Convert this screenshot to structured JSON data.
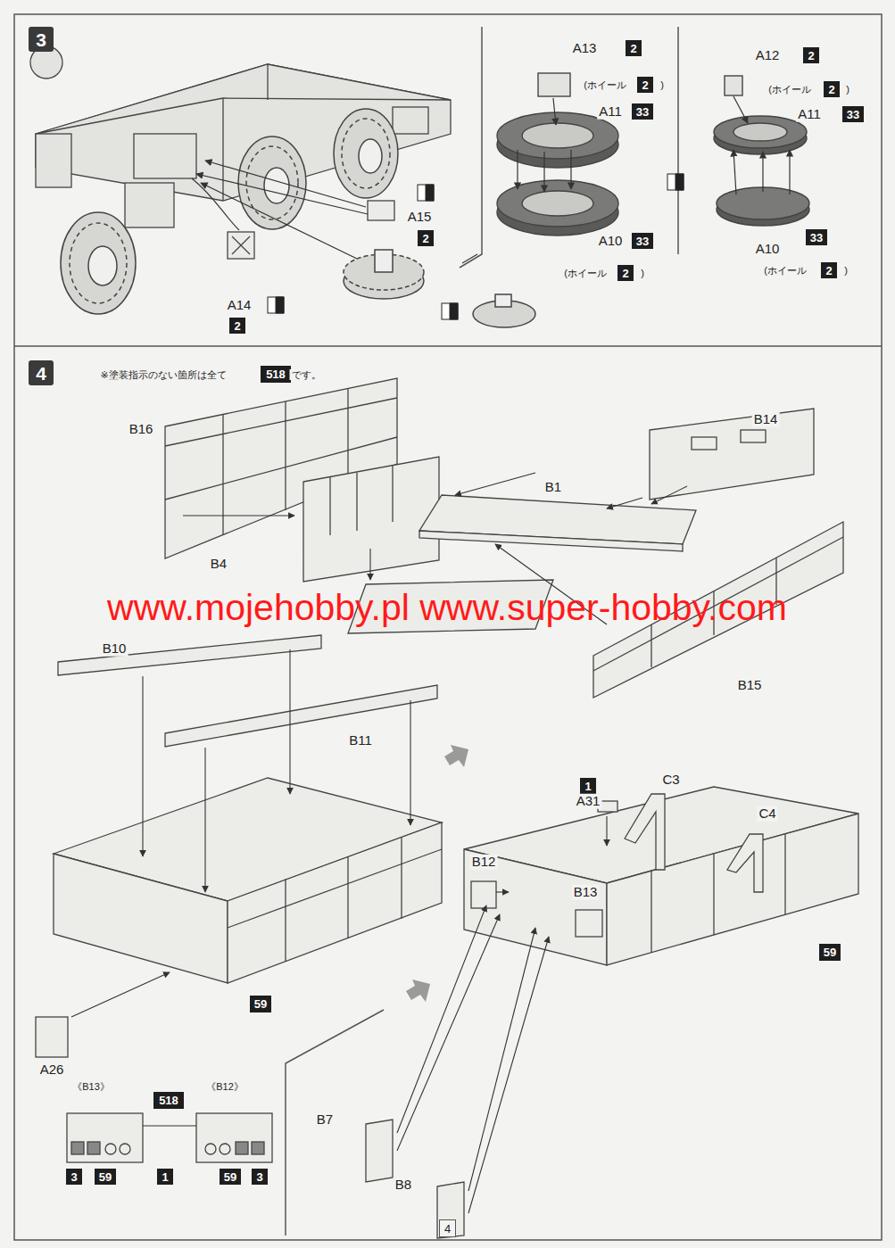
{
  "diagram": {
    "nodes": [
      {
        "text": [
          "3"
        ]
      },
      {
        "text": [
          "2"
        ]
      },
      {
        "text": [
          "2"
        ]
      },
      {
        "text": [
          "33"
        ]
      },
      {
        "text": [
          "33"
        ]
      },
      {
        "text": [
          "2"
        ]
      },
      {
        "text": [
          "2"
        ]
      },
      {
        "text": [
          "2"
        ]
      },
      {
        "text": [
          "33"
        ]
      },
      {
        "text": [
          "33"
        ]
      },
      {
        "text": [
          "2"
        ]
      },
      {
        "text": [
          "2"
        ]
      },
      {
        "text": [
          "2"
        ]
      },
      {
        "text": [
          "4"
        ]
      },
      {
        "text": [
          "518"
        ]
      },
      {
        "text": [
          "59"
        ]
      },
      {
        "text": [
          "1"
        ]
      },
      {
        "text": [
          "59"
        ]
      },
      {
        "text": [
          "518"
        ]
      },
      {
        "text": [
          "3"
        ]
      },
      {
        "text": [
          "59"
        ]
      },
      {
        "text": [
          "1"
        ]
      },
      {
        "text": [
          "59"
        ]
      },
      {
        "text": [
          "3"
        ]
      },
      {
        "text": [
          "4"
        ]
      }
    ],
    "labels": [
      "A13",
      "(ホイール",
      ")",
      "A11",
      "A10",
      "(ホイール",
      ")",
      "A12",
      "(ホイール",
      ")",
      "A11",
      "A10",
      "(ホイール",
      ")",
      "A15",
      "A14",
      "※塗装指示のない箇所は全て",
      "です。",
      "B16",
      "B14",
      "B1",
      "B4",
      "B15",
      "www.mojehobby.pl www.super-hobby.com",
      "B10",
      "B11",
      "A31",
      "C3",
      "C4",
      "B12",
      "B13",
      "A26",
      "《B13》",
      "《B12》",
      "B7",
      "B8"
    ]
  }
}
